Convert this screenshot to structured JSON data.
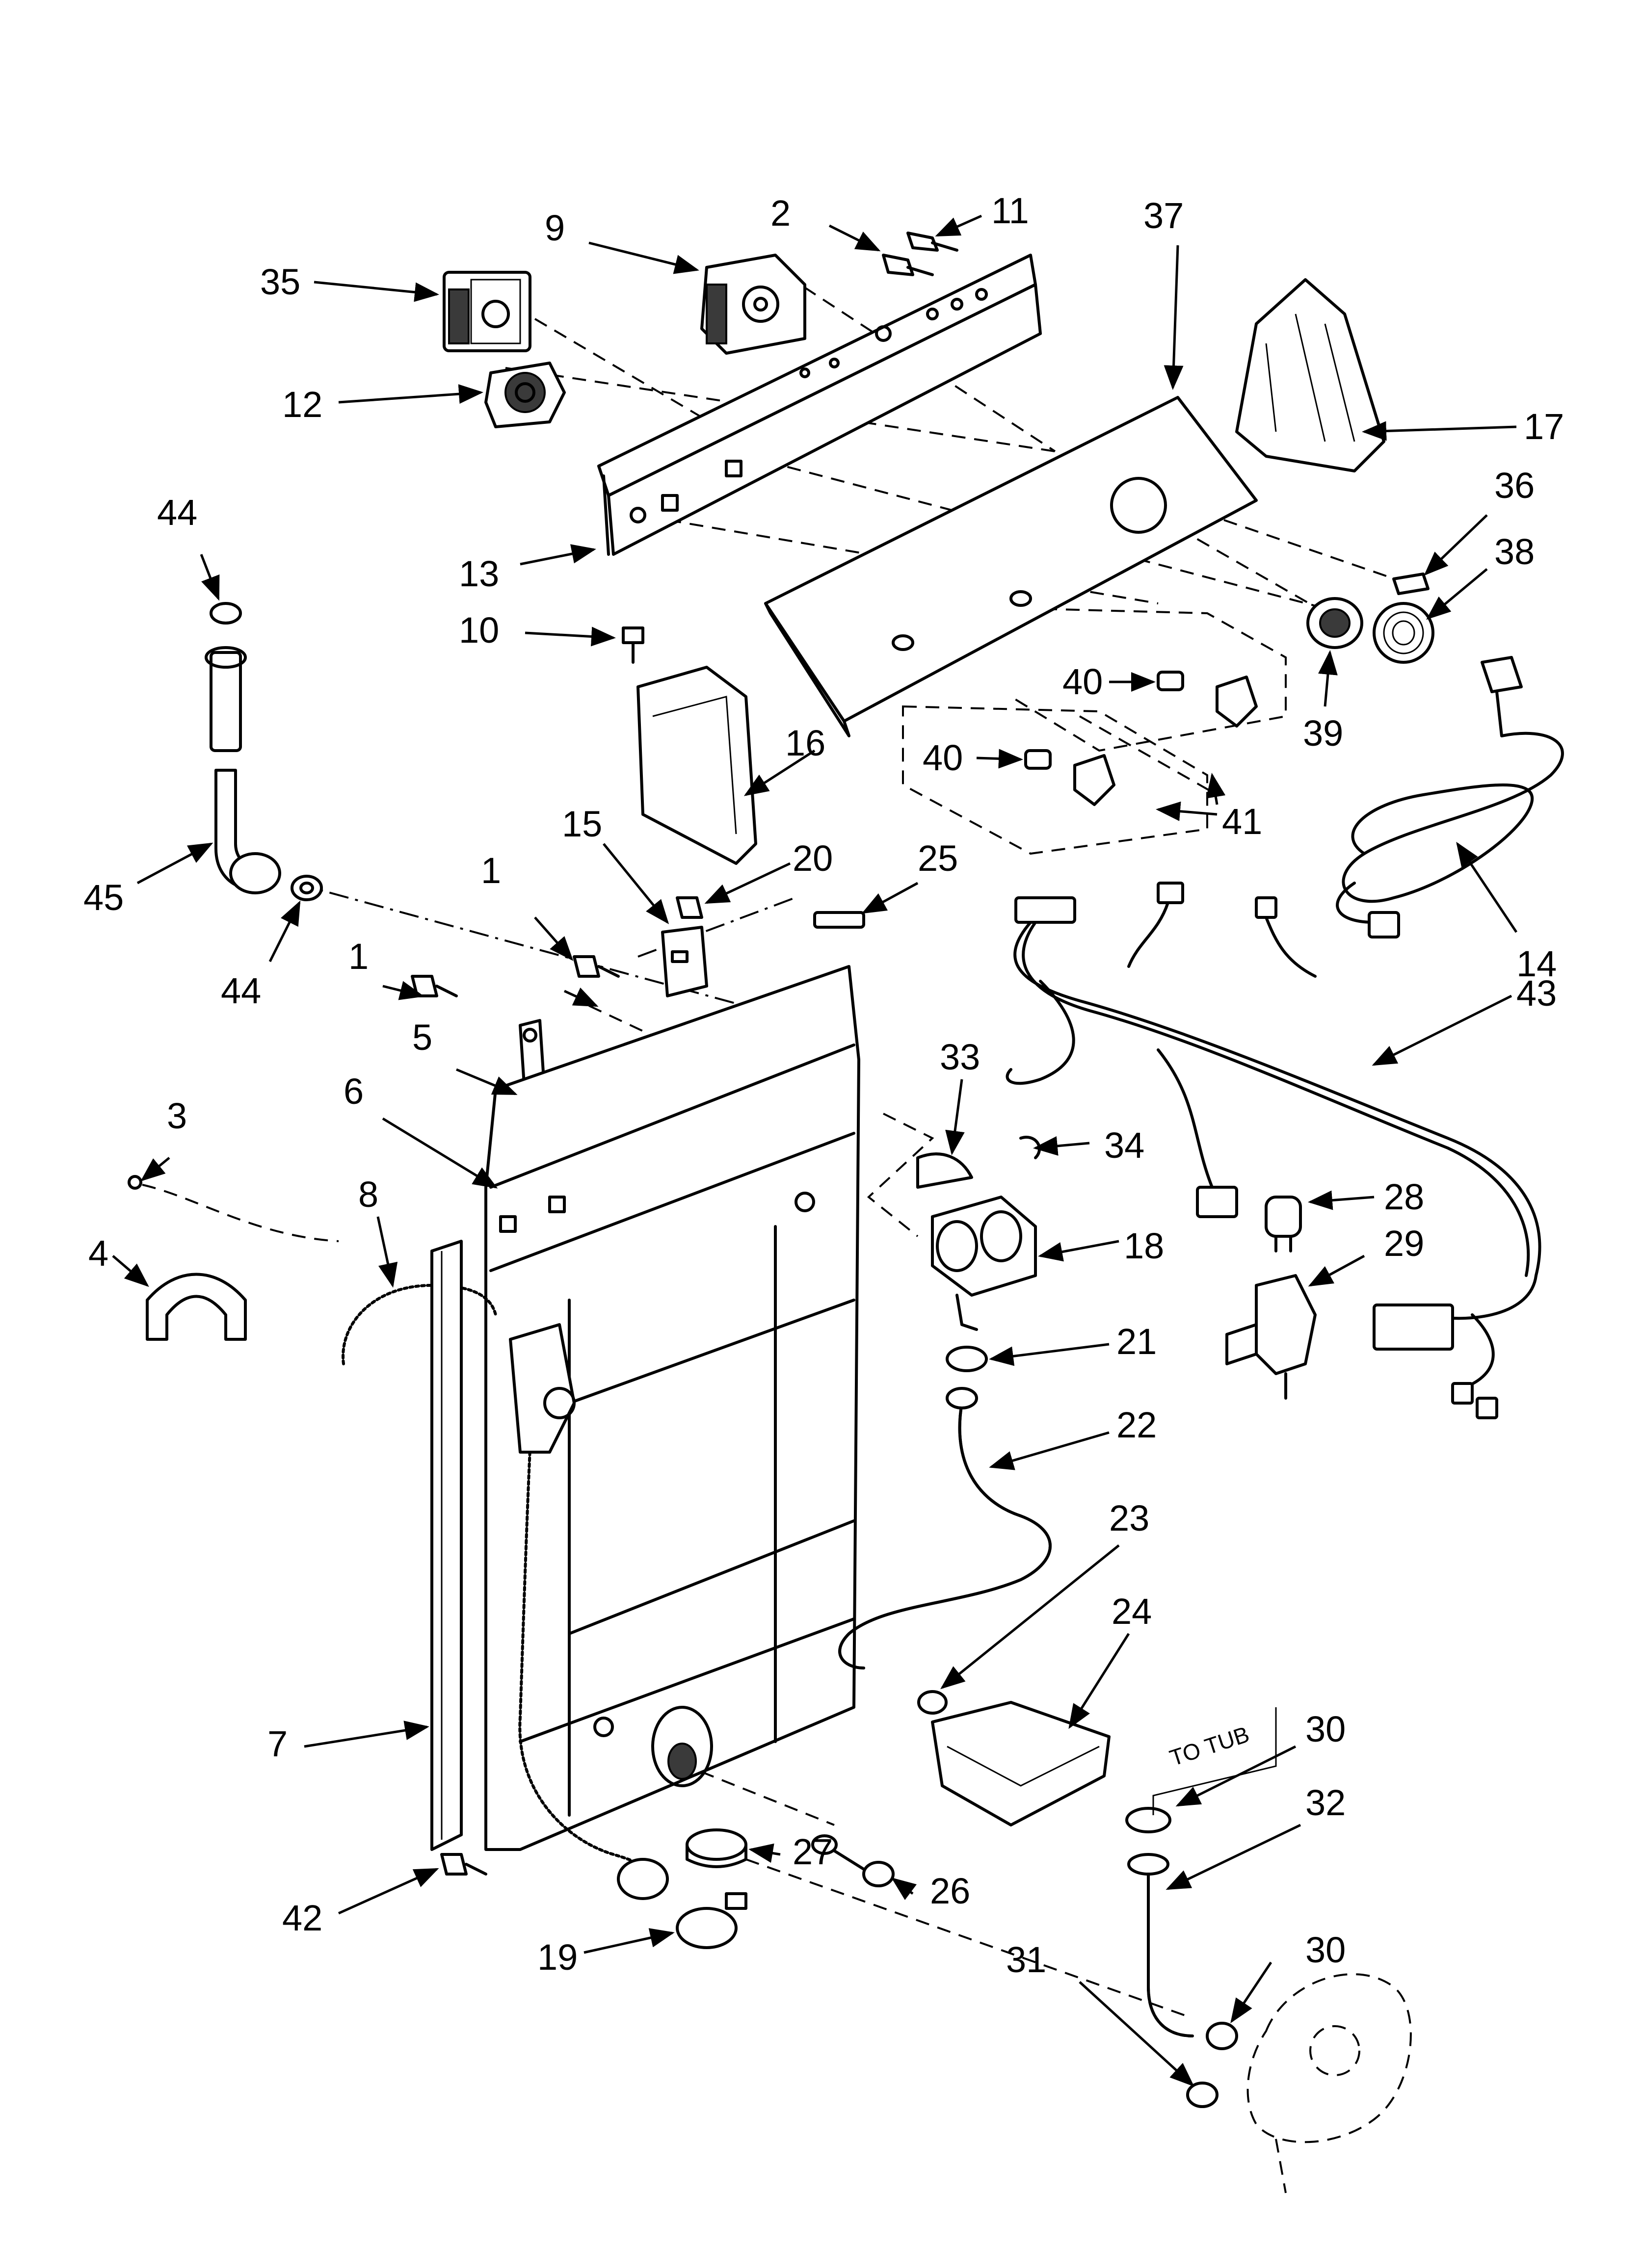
{
  "diagram": {
    "note": "TO TUB",
    "callouts": [
      {
        "id": "c1a",
        "label": "1"
      },
      {
        "id": "c1b",
        "label": "1"
      },
      {
        "id": "c2",
        "label": "2"
      },
      {
        "id": "c3",
        "label": "3"
      },
      {
        "id": "c4",
        "label": "4"
      },
      {
        "id": "c5",
        "label": "5"
      },
      {
        "id": "c6",
        "label": "6"
      },
      {
        "id": "c7",
        "label": "7"
      },
      {
        "id": "c8",
        "label": "8"
      },
      {
        "id": "c9",
        "label": "9"
      },
      {
        "id": "c10",
        "label": "10"
      },
      {
        "id": "c11",
        "label": "11"
      },
      {
        "id": "c12",
        "label": "12"
      },
      {
        "id": "c13",
        "label": "13"
      },
      {
        "id": "c14",
        "label": "14"
      },
      {
        "id": "c15",
        "label": "15"
      },
      {
        "id": "c16",
        "label": "16"
      },
      {
        "id": "c17",
        "label": "17"
      },
      {
        "id": "c18",
        "label": "18"
      },
      {
        "id": "c19",
        "label": "19"
      },
      {
        "id": "c20",
        "label": "20"
      },
      {
        "id": "c21",
        "label": "21"
      },
      {
        "id": "c22",
        "label": "22"
      },
      {
        "id": "c23",
        "label": "23"
      },
      {
        "id": "c24",
        "label": "24"
      },
      {
        "id": "c25",
        "label": "25"
      },
      {
        "id": "c26",
        "label": "26"
      },
      {
        "id": "c27",
        "label": "27"
      },
      {
        "id": "c28",
        "label": "28"
      },
      {
        "id": "c29",
        "label": "29"
      },
      {
        "id": "c30a",
        "label": "30"
      },
      {
        "id": "c30b",
        "label": "30"
      },
      {
        "id": "c31",
        "label": "31"
      },
      {
        "id": "c32",
        "label": "32"
      },
      {
        "id": "c33",
        "label": "33"
      },
      {
        "id": "c34",
        "label": "34"
      },
      {
        "id": "c35",
        "label": "35"
      },
      {
        "id": "c36",
        "label": "36"
      },
      {
        "id": "c37",
        "label": "37"
      },
      {
        "id": "c38",
        "label": "38"
      },
      {
        "id": "c39",
        "label": "39"
      },
      {
        "id": "c40a",
        "label": "40"
      },
      {
        "id": "c40b",
        "label": "40"
      },
      {
        "id": "c41",
        "label": "41"
      },
      {
        "id": "c42",
        "label": "42"
      },
      {
        "id": "c43",
        "label": "43"
      },
      {
        "id": "c44a",
        "label": "44"
      },
      {
        "id": "c44b",
        "label": "44"
      },
      {
        "id": "c45",
        "label": "45"
      }
    ]
  }
}
